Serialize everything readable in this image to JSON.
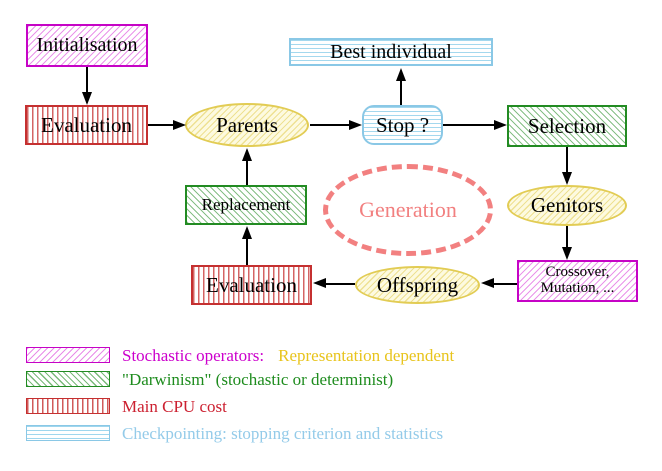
{
  "diagram": {
    "nodes": {
      "initialisation": "Initialisation",
      "evaluation_top": "Evaluation",
      "parents": "Parents",
      "best_individual": "Best individual",
      "stop": "Stop ?",
      "selection": "Selection",
      "genitors": "Genitors",
      "crossover_line1": "Crossover,",
      "crossover_line2": "Mutation, ...",
      "offspring": "Offspring",
      "evaluation_bottom": "Evaluation",
      "replacement": "Replacement",
      "generation": "Generation"
    },
    "legend": {
      "rows": [
        {
          "swatch": "magenta-diagonal-hatch",
          "label": "Stochastic operators:",
          "extra": "Representation dependent"
        },
        {
          "swatch": "green-diagonal-hatch",
          "label": "\"Darwinism\" (stochastic or determinist)"
        },
        {
          "swatch": "red-vertical-hatch",
          "label": "Main CPU cost"
        },
        {
          "swatch": "cyan-horizontal-hatch",
          "label": "Checkpointing: stopping criterion and statistics"
        }
      ]
    },
    "colors": {
      "magenta": "#cc00cc",
      "green": "#228b22",
      "red": "#c53030",
      "cyan": "#8ac8e6",
      "yellow_node_border": "#e2cc54",
      "yellow_node_fill": "#fdfae0",
      "salmon": "#f28080",
      "legend_yellow_text": "#e8c41c",
      "legend_red_text": "#cc2030",
      "arrow": "#000000"
    }
  }
}
